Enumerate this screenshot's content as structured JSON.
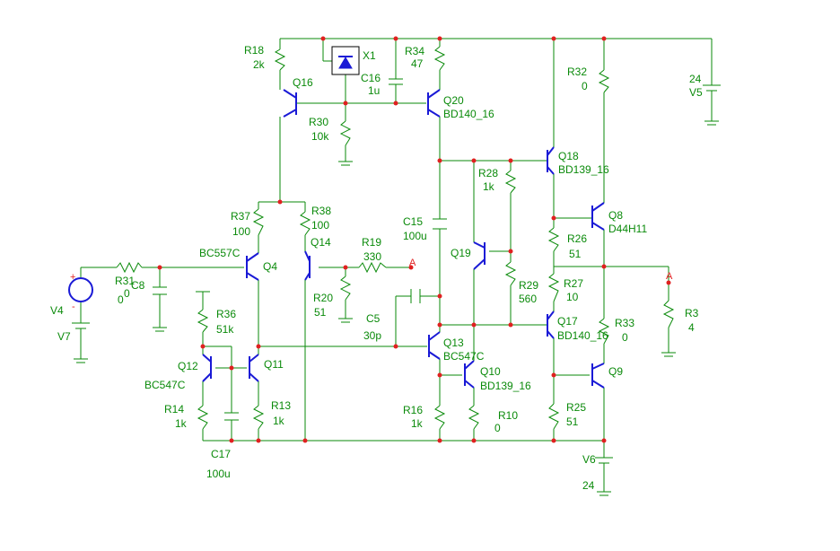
{
  "components": {
    "R18": {
      "ref": "R18",
      "value": "2k"
    },
    "X1": {
      "ref": "X1"
    },
    "R34": {
      "ref": "R34",
      "value": "47"
    },
    "C16": {
      "ref": "C16",
      "value": "1u"
    },
    "Q16": {
      "ref": "Q16"
    },
    "Q20": {
      "ref": "Q20",
      "model": "BD140_16"
    },
    "R30": {
      "ref": "R30",
      "value": "10k"
    },
    "R32": {
      "ref": "R32",
      "value": "0"
    },
    "V5": {
      "ref": "V5",
      "value": "24"
    },
    "Q18": {
      "ref": "Q18",
      "model": "BD139_16"
    },
    "R28": {
      "ref": "R28",
      "value": "1k"
    },
    "Q8": {
      "ref": "Q8",
      "model": "D44H11"
    },
    "R37": {
      "ref": "R37",
      "value": "100"
    },
    "R38": {
      "ref": "R38",
      "value": "100"
    },
    "C15": {
      "ref": "C15",
      "value": "100u"
    },
    "Q14": {
      "ref": "Q14"
    },
    "R19": {
      "ref": "R19",
      "value": "330"
    },
    "Q4": {
      "ref": "Q4",
      "model": "BC557C"
    },
    "R26": {
      "ref": "R26",
      "value": "51"
    },
    "Q19": {
      "ref": "Q19"
    },
    "R31": {
      "ref": "R31",
      "value": "0"
    },
    "C8": {
      "ref": "C8",
      "value": "0"
    },
    "V4": {
      "ref": "V4"
    },
    "V7": {
      "ref": "V7"
    },
    "R20": {
      "ref": "R20",
      "value": "51"
    },
    "R29": {
      "ref": "R29",
      "value": "560"
    },
    "R27": {
      "ref": "R27",
      "value": "10"
    },
    "R3": {
      "ref": "R3",
      "value": "4"
    },
    "R36": {
      "ref": "R36",
      "value": "51k"
    },
    "C5": {
      "ref": "C5",
      "value": "30p"
    },
    "Q17": {
      "ref": "Q17",
      "model": "BD140_16"
    },
    "R33": {
      "ref": "R33",
      "value": "0"
    },
    "Q13": {
      "ref": "Q13",
      "model": "BC547C"
    },
    "Q12": {
      "ref": "Q12",
      "model": "BC547C"
    },
    "Q11": {
      "ref": "Q11"
    },
    "Q10": {
      "ref": "Q10",
      "model": "BD139_16"
    },
    "Q9": {
      "ref": "Q9"
    },
    "R13": {
      "ref": "R13",
      "value": "1k"
    },
    "R14": {
      "ref": "R14",
      "value": "1k"
    },
    "R16": {
      "ref": "R16",
      "value": "1k"
    },
    "R10": {
      "ref": "R10",
      "value": "0"
    },
    "R25": {
      "ref": "R25",
      "value": "51"
    },
    "C17": {
      "ref": "C17",
      "value": "100u"
    },
    "V6": {
      "ref": "V6",
      "value": "24"
    }
  },
  "pins": {
    "plus": "+",
    "minus": "-",
    "offpage_a": "A"
  }
}
